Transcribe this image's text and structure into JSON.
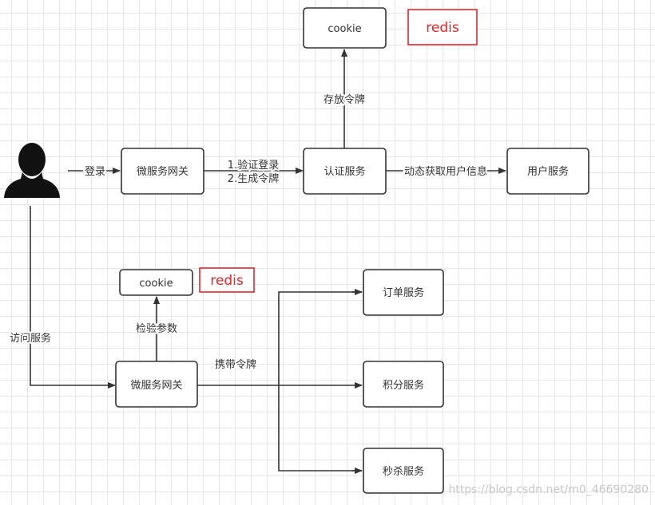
{
  "nodes": {
    "gateway_top": "微服务网关",
    "auth": "认证服务",
    "user_service": "用户服务",
    "cookie_top": "cookie",
    "redis_top": "redis",
    "gateway_bottom": "微服务网关",
    "cookie_bottom": "cookie",
    "redis_bottom": "redis",
    "order": "订单服务",
    "points": "积分服务",
    "seckill": "秒杀服务"
  },
  "edges": {
    "login": "登录",
    "verify_1": "1.验证登录",
    "verify_2": "2.生成令牌",
    "store_token": "存放令牌",
    "fetch_user": "动态获取用户信息",
    "access": "访问服务",
    "check_params": "检验参数",
    "carry_token": "携带令牌"
  },
  "watermark": "https://blog.csdn.net/m0_46690280",
  "colors": {
    "line": "#333333",
    "redis": "#e3262b"
  }
}
